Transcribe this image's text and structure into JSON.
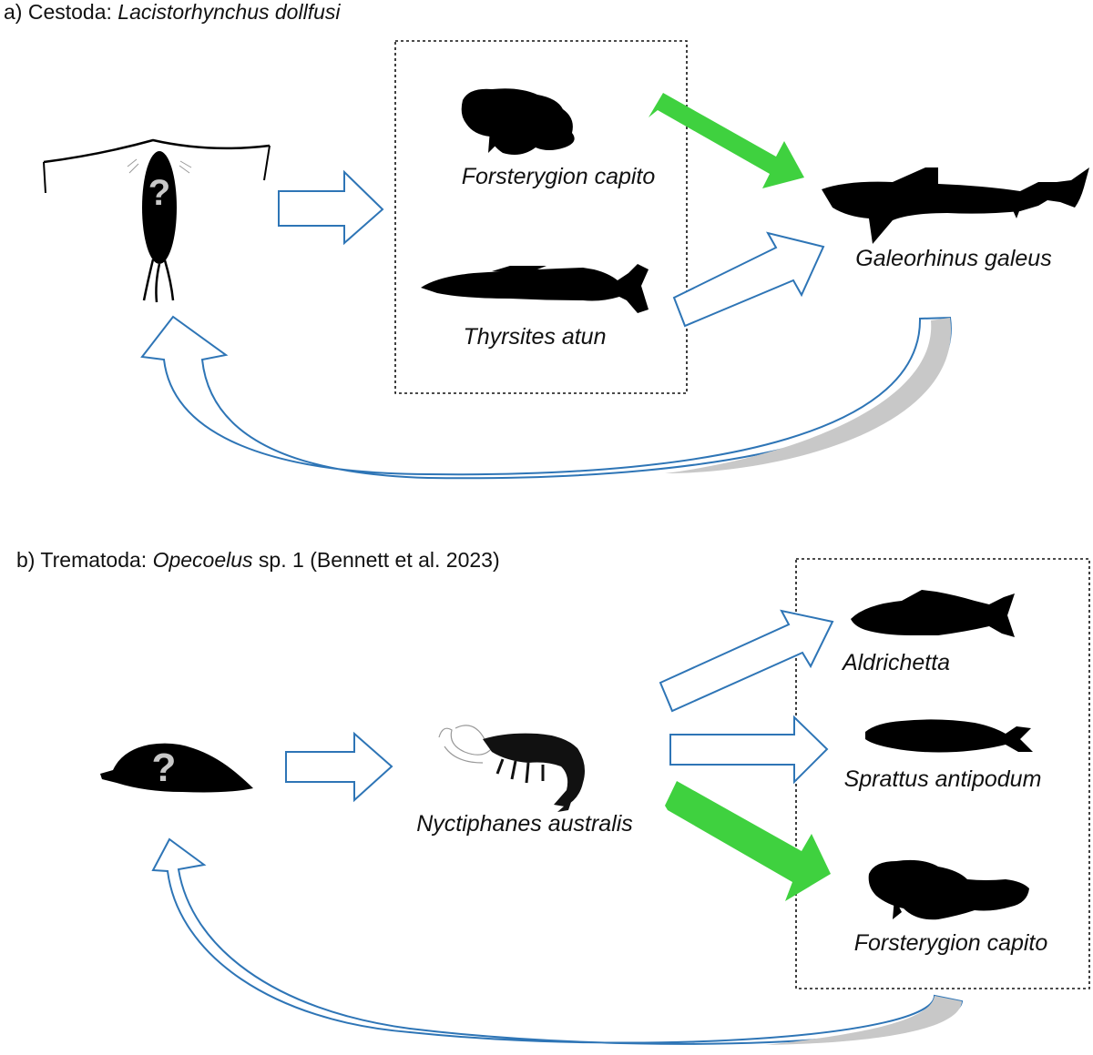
{
  "panel_a": {
    "title_prefix": "a) Cestoda: ",
    "title_species": "Lacistorhynchus dollfusi",
    "unknown_host_mark": "?",
    "hosts": {
      "forsterygion": "Forsterygion capito",
      "thyrsites": "Thyrsites atun",
      "galeorhinus": "Galeorhinus galeus"
    }
  },
  "panel_b": {
    "title_prefix": "b) Trematoda: ",
    "title_species": "Opecoelus",
    "title_suffix": " sp. 1 (Bennett et al. 2023)",
    "unknown_host_mark": "?",
    "hosts": {
      "nyctiphanes": "Nyctiphanes australis",
      "aldrichetta": "Aldrichetta",
      "sprattus": "Sprattus antipodum",
      "forsterygion": "Forsterygion capito"
    }
  },
  "colors": {
    "confirmed_arrow": "#3fd13f",
    "arrow_outline": "#2e75b6",
    "return_arrow_shade": "#c8c8c8",
    "silhouette": "#000000"
  }
}
